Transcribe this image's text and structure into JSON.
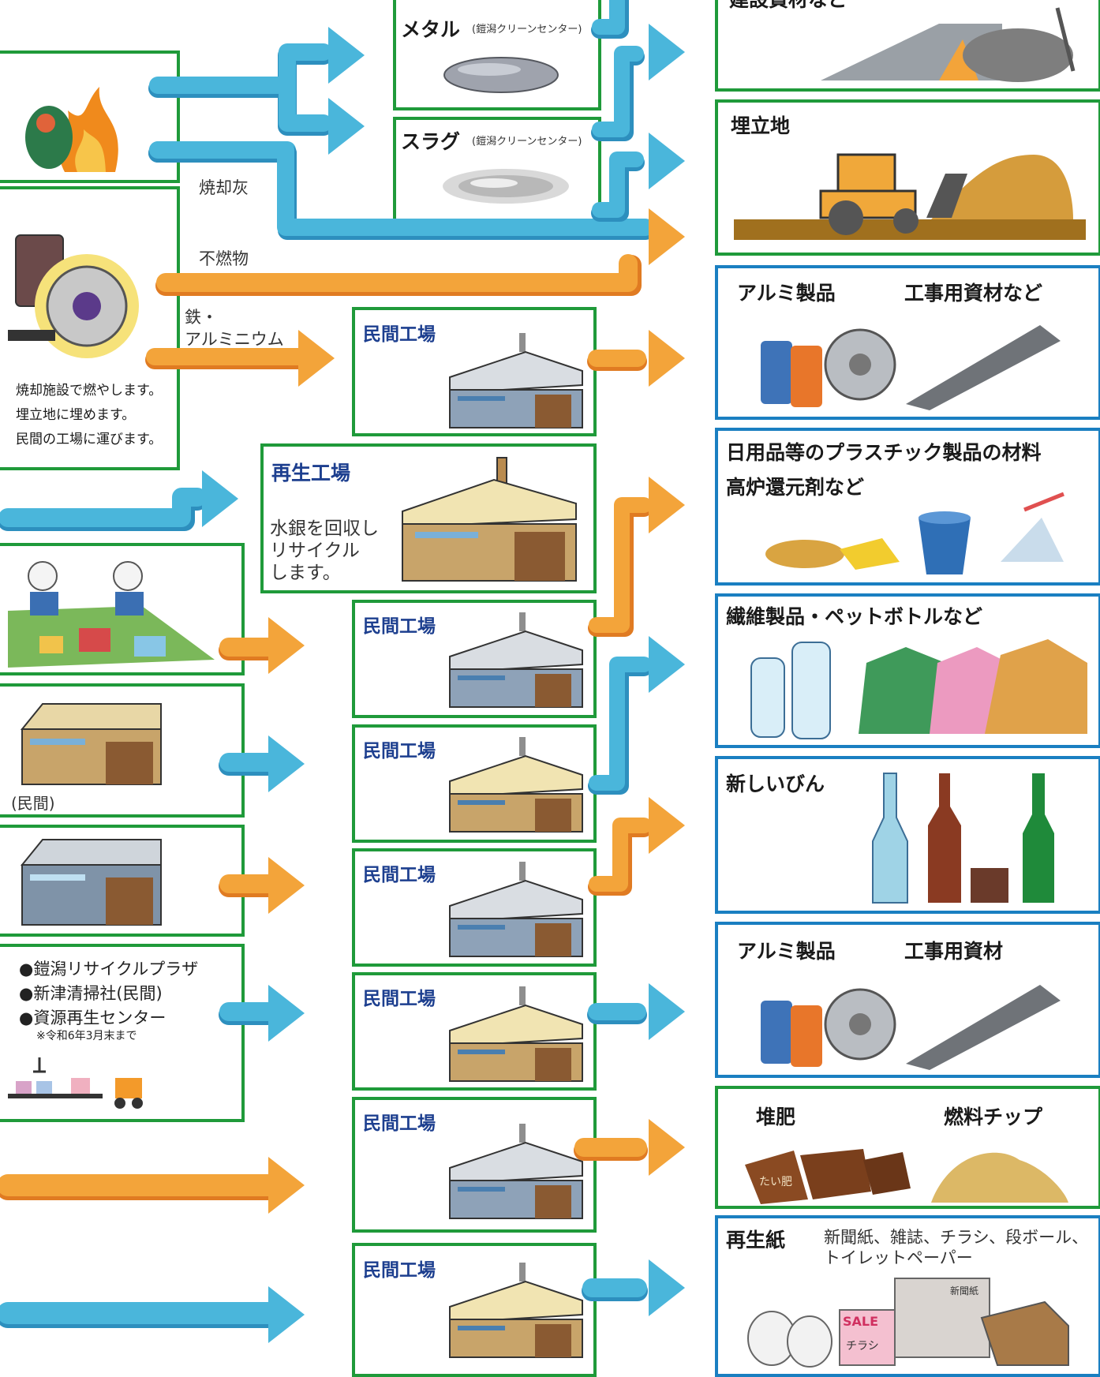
{
  "colors": {
    "green_border": "#1f9a3a",
    "blue_border": "#1a7fc1",
    "blue_flow": "#4ab6db",
    "orange_flow": "#f3a43a",
    "navy_text": "#1d3f8f"
  },
  "top_product": {
    "title": "建設資材など"
  },
  "landfill": {
    "title": "埋立地"
  },
  "metal": {
    "title": "メタル",
    "sub": "(鎧潟クリーンセンター)"
  },
  "slag": {
    "title": "スラグ",
    "sub": "(鎧潟クリーンセンター)"
  },
  "flow_labels": {
    "ash": "焼却灰",
    "nonburn": "不燃物",
    "iron_l1": "鉄・",
    "iron_l2": "アルミニウム"
  },
  "left_box2_notes": [
    "焼却施設で燃やします。",
    "埋立地に埋めます。",
    "民間の工場に運びます。"
  ],
  "recycle_plant": {
    "title": "再生工場",
    "desc_l1": "水銀を回収し",
    "desc_l2": "リサイクル",
    "desc_l3": "します。"
  },
  "factories": [
    "民間工場",
    "民間工場",
    "民間工場",
    "民間工場",
    "民間工場",
    "民間工場",
    "民間工場"
  ],
  "left_private": {
    "label": "(民間)"
  },
  "facility_list": {
    "items": [
      "●鎧潟リサイクルプラザ",
      "●新津清掃社(民間)",
      "●資源再生センター"
    ],
    "note": "※令和6年3月末まで"
  },
  "products": {
    "alu1_a": "アルミ製品",
    "alu1_b": "工事用資材など",
    "plastic_l1": "日用品等のプラスチック製品の材料",
    "plastic_l2": "高炉還元剤など",
    "fiber": "繊維製品・ペットボトルなど",
    "bottle": "新しいびん",
    "alu2_a": "アルミ製品",
    "alu2_b": "工事用資材",
    "compost": "堆肥",
    "chip": "燃料チップ",
    "paper": "再生紙",
    "paper_sub_l1": "新聞紙、雑誌、チラシ、段ボール、",
    "paper_sub_l2": "トイレットペーパー",
    "compost_bag": "たい肥",
    "flyer_sale": "SALE",
    "flyer_text": "チラシ",
    "newspaper_text": "新聞紙"
  }
}
